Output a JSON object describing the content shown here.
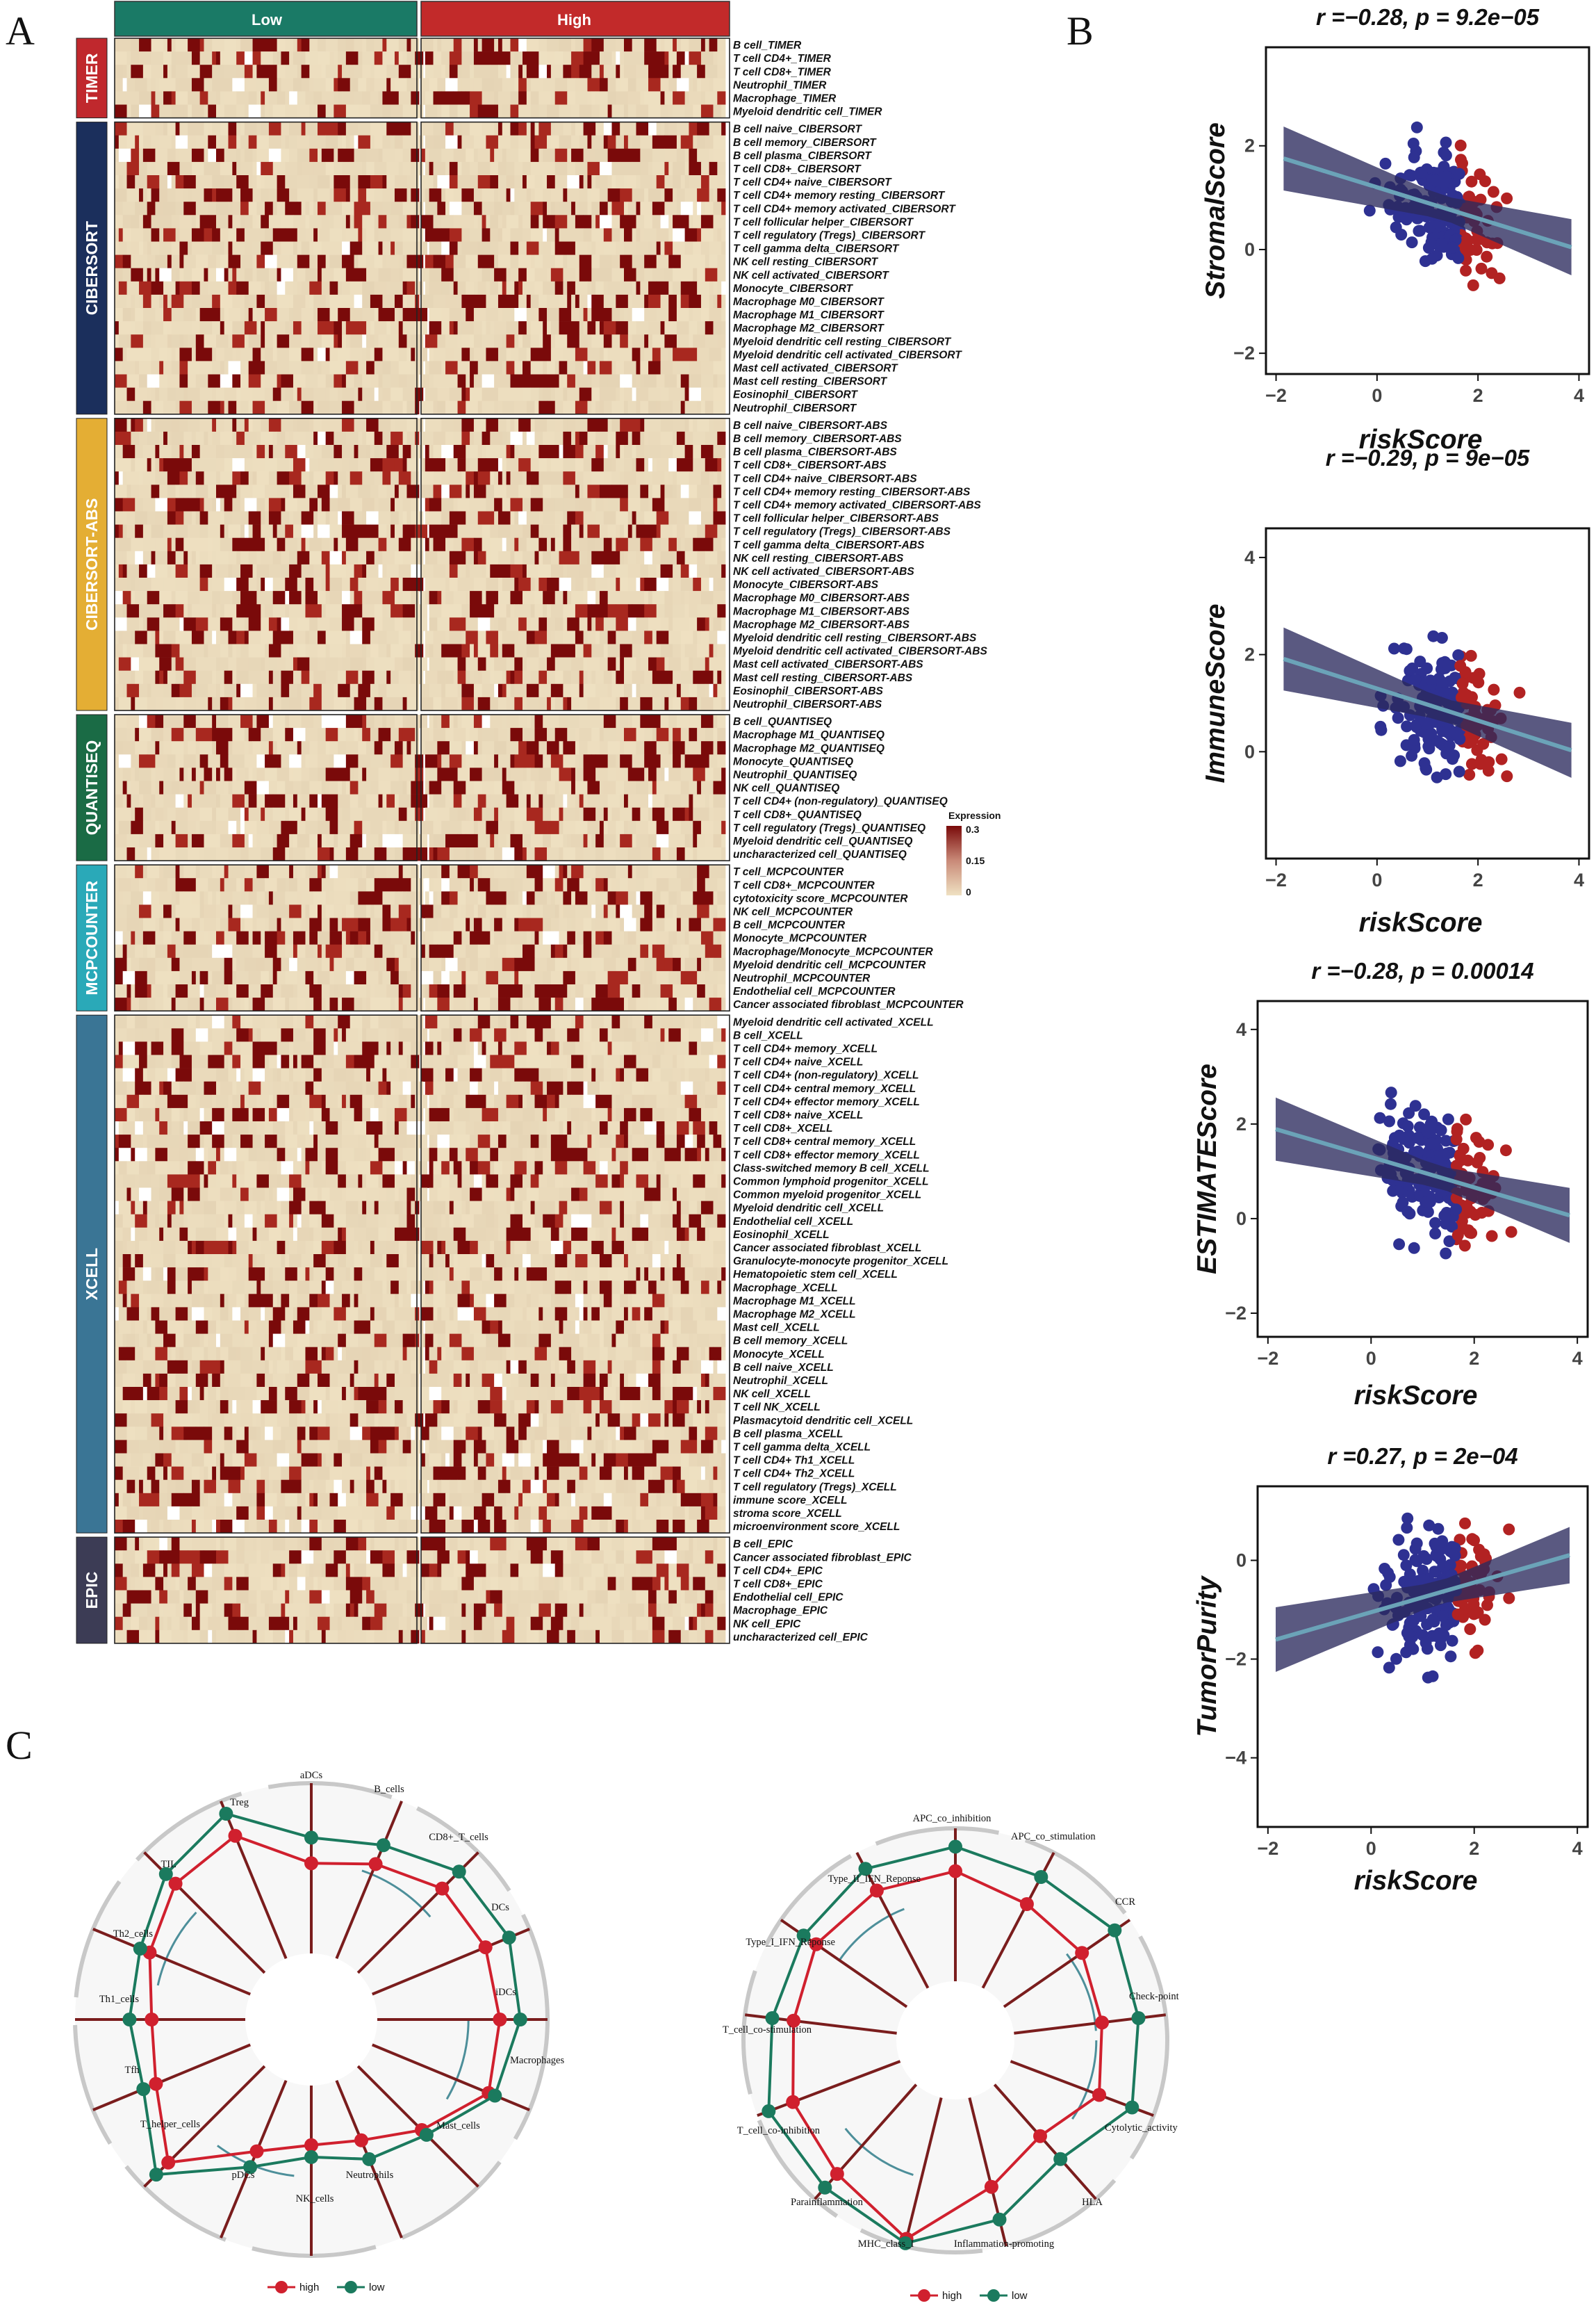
{
  "panel_labels": {
    "a": "A",
    "b": "B",
    "c": "C"
  },
  "colors": {
    "low_group": "#1a7a66",
    "high_group": "#c22a2a",
    "heat_low": "#efe1c2",
    "heat_high": "#7a0a0a",
    "point_low": "#2e3192",
    "point_high": "#b22222",
    "fit_line": "#6ba3b8",
    "ci_band": "#2b2a5e",
    "radar_high": "#d0202e",
    "radar_low": "#1b7a5e",
    "radar_spoke": "#7a1d1d"
  },
  "chart_data": [
    {
      "type": "heatmap",
      "panel": "A",
      "groups": [
        "Low",
        "High"
      ],
      "legend": {
        "title": "Expression",
        "ticks": [
          "0.3",
          "0.15",
          "0"
        ]
      },
      "categories": [
        {
          "name": "TIMER",
          "color": "#c0282d",
          "rows": [
            "B cell_TIMER",
            "T cell CD4+_TIMER",
            "T cell CD8+_TIMER",
            "Neutrophil_TIMER",
            "Macrophage_TIMER",
            "Myeloid dendritic cell_TIMER"
          ]
        },
        {
          "name": "CIBERSORT",
          "color": "#1b2f5c",
          "rows": [
            "B cell naive_CIBERSORT",
            "B cell memory_CIBERSORT",
            "B cell plasma_CIBERSORT",
            "T cell CD8+_CIBERSORT",
            "T cell CD4+ naive_CIBERSORT",
            "T cell CD4+ memory resting_CIBERSORT",
            "T cell CD4+ memory activated_CIBERSORT",
            "T cell follicular helper_CIBERSORT",
            "T cell regulatory (Tregs)_CIBERSORT",
            "T cell gamma delta_CIBERSORT",
            "NK cell resting_CIBERSORT",
            "NK cell activated_CIBERSORT",
            "Monocyte_CIBERSORT",
            "Macrophage M0_CIBERSORT",
            "Macrophage M1_CIBERSORT",
            "Macrophage M2_CIBERSORT",
            "Myeloid dendritic cell resting_CIBERSORT",
            "Myeloid dendritic cell activated_CIBERSORT",
            "Mast cell activated_CIBERSORT",
            "Mast cell resting_CIBERSORT",
            "Eosinophil_CIBERSORT",
            "Neutrophil_CIBERSORT"
          ]
        },
        {
          "name": "CIBERSORT-ABS",
          "color": "#e4ae34",
          "rows": [
            "B cell naive_CIBERSORT-ABS",
            "B cell memory_CIBERSORT-ABS",
            "B cell plasma_CIBERSORT-ABS",
            "T cell CD8+_CIBERSORT-ABS",
            "T cell CD4+ naive_CIBERSORT-ABS",
            "T cell CD4+ memory resting_CIBERSORT-ABS",
            "T cell CD4+ memory activated_CIBERSORT-ABS",
            "T cell follicular helper_CIBERSORT-ABS",
            "T cell regulatory (Tregs)_CIBERSORT-ABS",
            "T cell gamma delta_CIBERSORT-ABS",
            "NK cell resting_CIBERSORT-ABS",
            "NK cell activated_CIBERSORT-ABS",
            "Monocyte_CIBERSORT-ABS",
            "Macrophage M0_CIBERSORT-ABS",
            "Macrophage M1_CIBERSORT-ABS",
            "Macrophage M2_CIBERSORT-ABS",
            "Myeloid dendritic cell resting_CIBERSORT-ABS",
            "Myeloid dendritic cell activated_CIBERSORT-ABS",
            "Mast cell activated_CIBERSORT-ABS",
            "Mast cell resting_CIBERSORT-ABS",
            "Eosinophil_CIBERSORT-ABS",
            "Neutrophil_CIBERSORT-ABS"
          ]
        },
        {
          "name": "QUANTISEQ",
          "color": "#1a6b45",
          "rows": [
            "B cell_QUANTISEQ",
            "Macrophage M1_QUANTISEQ",
            "Macrophage M2_QUANTISEQ",
            "Monocyte_QUANTISEQ",
            "Neutrophil_QUANTISEQ",
            "NK cell_QUANTISEQ",
            "T cell CD4+ (non-regulatory)_QUANTISEQ",
            "T cell CD8+_QUANTISEQ",
            "T cell regulatory (Tregs)_QUANTISEQ",
            "Myeloid dendritic cell_QUANTISEQ",
            "uncharacterized cell_QUANTISEQ"
          ]
        },
        {
          "name": "MCPCOUNTER",
          "color": "#2aa9b8",
          "rows": [
            "T cell_MCPCOUNTER",
            "T cell CD8+_MCPCOUNTER",
            "cytotoxicity score_MCPCOUNTER",
            "NK cell_MCPCOUNTER",
            "B cell_MCPCOUNTER",
            "Monocyte_MCPCOUNTER",
            "Macrophage/Monocyte_MCPCOUNTER",
            "Myeloid dendritic cell_MCPCOUNTER",
            "Neutrophil_MCPCOUNTER",
            "Endothelial cell_MCPCOUNTER",
            "Cancer associated fibroblast_MCPCOUNTER"
          ]
        },
        {
          "name": "XCELL",
          "color": "#3a7595",
          "rows": [
            "Myeloid dendritic cell activated_XCELL",
            "B cell_XCELL",
            "T cell CD4+ memory_XCELL",
            "T cell CD4+ naive_XCELL",
            "T cell CD4+ (non-regulatory)_XCELL",
            "T cell CD4+ central memory_XCELL",
            "T cell CD4+ effector memory_XCELL",
            "T cell CD8+ naive_XCELL",
            "T cell CD8+_XCELL",
            "T cell CD8+ central memory_XCELL",
            "T cell CD8+ effector memory_XCELL",
            "Class-switched memory B cell_XCELL",
            "Common lymphoid progenitor_XCELL",
            "Common myeloid progenitor_XCELL",
            "Myeloid dendritic cell_XCELL",
            "Endothelial cell_XCELL",
            "Eosinophil_XCELL",
            "Cancer associated fibroblast_XCELL",
            "Granulocyte-monocyte progenitor_XCELL",
            "Hematopoietic stem cell_XCELL",
            "Macrophage_XCELL",
            "Macrophage M1_XCELL",
            "Macrophage M2_XCELL",
            "Mast cell_XCELL",
            "B cell memory_XCELL",
            "Monocyte_XCELL",
            "B cell naive_XCELL",
            "Neutrophil_XCELL",
            "NK cell_XCELL",
            "T cell NK_XCELL",
            "Plasmacytoid dendritic cell_XCELL",
            "B cell plasma_XCELL",
            "T cell gamma delta_XCELL",
            "T cell CD4+ Th1_XCELL",
            "T cell CD4+ Th2_XCELL",
            "T cell regulatory (Tregs)_XCELL",
            "immune score_XCELL",
            "stroma score_XCELL",
            "microenvironment score_XCELL"
          ]
        },
        {
          "name": "EPIC",
          "color": "#3c3c55",
          "rows": [
            "B cell_EPIC",
            "Cancer associated fibroblast_EPIC",
            "T cell CD4+_EPIC",
            "T cell CD8+_EPIC",
            "Endothelial cell_EPIC",
            "Macrophage_EPIC",
            "NK cell_EPIC",
            "uncharacterized cell_EPIC"
          ]
        }
      ]
    },
    {
      "type": "scatter",
      "panel": "B",
      "title": "r =−0.28, p = 9.2e−05",
      "xlabel": "riskScore",
      "ylabel": "StromalScore",
      "xlim": [
        -2.2,
        4.2
      ],
      "ylim": [
        -2.4,
        3.9
      ],
      "xticks": [
        "−2",
        "0",
        "2",
        "4"
      ],
      "yticks": [
        "2",
        "0",
        "−2"
      ],
      "fit": {
        "intercept": 1.2,
        "slope": -0.3
      }
    },
    {
      "type": "scatter",
      "panel": "B",
      "title": "r =−0.29, p = 9e−05",
      "xlabel": "riskScore",
      "ylabel": "ImmuneScore",
      "xlim": [
        -2.2,
        4.2
      ],
      "ylim": [
        -2.2,
        4.6
      ],
      "xticks": [
        "−2",
        "0",
        "2",
        "4"
      ],
      "yticks": [
        "4",
        "2",
        "0"
      ],
      "fit": {
        "intercept": 1.3,
        "slope": -0.33
      }
    },
    {
      "type": "scatter",
      "panel": "B",
      "title": "r =−0.28, p = 0.00014",
      "xlabel": "riskScore",
      "ylabel": "ESTIMATEScore",
      "xlim": [
        -2.2,
        4.2
      ],
      "ylim": [
        -2.5,
        4.6
      ],
      "xticks": [
        "−2",
        "0",
        "2",
        "4"
      ],
      "yticks": [
        "4",
        "2",
        "0",
        "−2"
      ],
      "fit": {
        "intercept": 1.3,
        "slope": -0.32
      }
    },
    {
      "type": "scatter",
      "panel": "B",
      "title": "r =0.27, p = 2e−04",
      "xlabel": "riskScore",
      "ylabel": "TumorPurity",
      "xlim": [
        -2.2,
        4.2
      ],
      "ylim": [
        -5.4,
        1.5
      ],
      "xticks": [
        "−2",
        "0",
        "2",
        "4"
      ],
      "yticks": [
        "0",
        "−2",
        "−4"
      ],
      "fit": {
        "intercept": -1.05,
        "slope": 0.3
      }
    },
    {
      "type": "radar",
      "panel": "C",
      "axes": [
        "aDCs",
        "B_cells",
        "CD8+_T_cells",
        "DCs",
        "iDCs",
        "Macrophages",
        "Mast_cells",
        "Neutrophils",
        "NK_cells",
        "pDCs",
        "T_helper_cells",
        "Tfh",
        "Th1_cells",
        "Th2_cells",
        "TIL",
        "Treg"
      ],
      "series": [
        {
          "name": "high",
          "values": [
            0.53,
            0.6,
            0.7,
            0.72,
            0.72,
            0.74,
            0.53,
            0.38,
            0.35,
            0.45,
            0.8,
            0.6,
            0.55,
            0.64,
            0.74,
            0.78
          ]
        },
        {
          "name": "low",
          "values": [
            0.68,
            0.72,
            0.84,
            0.87,
            0.84,
            0.78,
            0.57,
            0.5,
            0.42,
            0.55,
            0.9,
            0.68,
            0.68,
            0.7,
            0.82,
            0.92
          ]
        }
      ]
    },
    {
      "type": "radar",
      "panel": "C",
      "axes": [
        "APC_co_inhibition",
        "APC_co_stimulation",
        "CCR",
        "Check-point",
        "Cytolytic_activity",
        "HLA",
        "Inflammation-promoting",
        "MHC_class_I",
        "Parainflammation",
        "T_cell_co-inhibition",
        "T_cell_co-stimulation",
        "Type_I_IFN_Reponse",
        "Type_II_IFN_Reponse"
      ],
      "series": [
        {
          "name": "high",
          "values": [
            0.72,
            0.62,
            0.62,
            0.58,
            0.62,
            0.45,
            0.6,
            0.95,
            0.78,
            0.75,
            0.68,
            0.72,
            0.72
          ]
        },
        {
          "name": "low",
          "values": [
            0.88,
            0.82,
            0.88,
            0.82,
            0.85,
            0.65,
            0.82,
            0.98,
            0.9,
            0.92,
            0.82,
            0.82,
            0.88
          ]
        }
      ]
    }
  ]
}
